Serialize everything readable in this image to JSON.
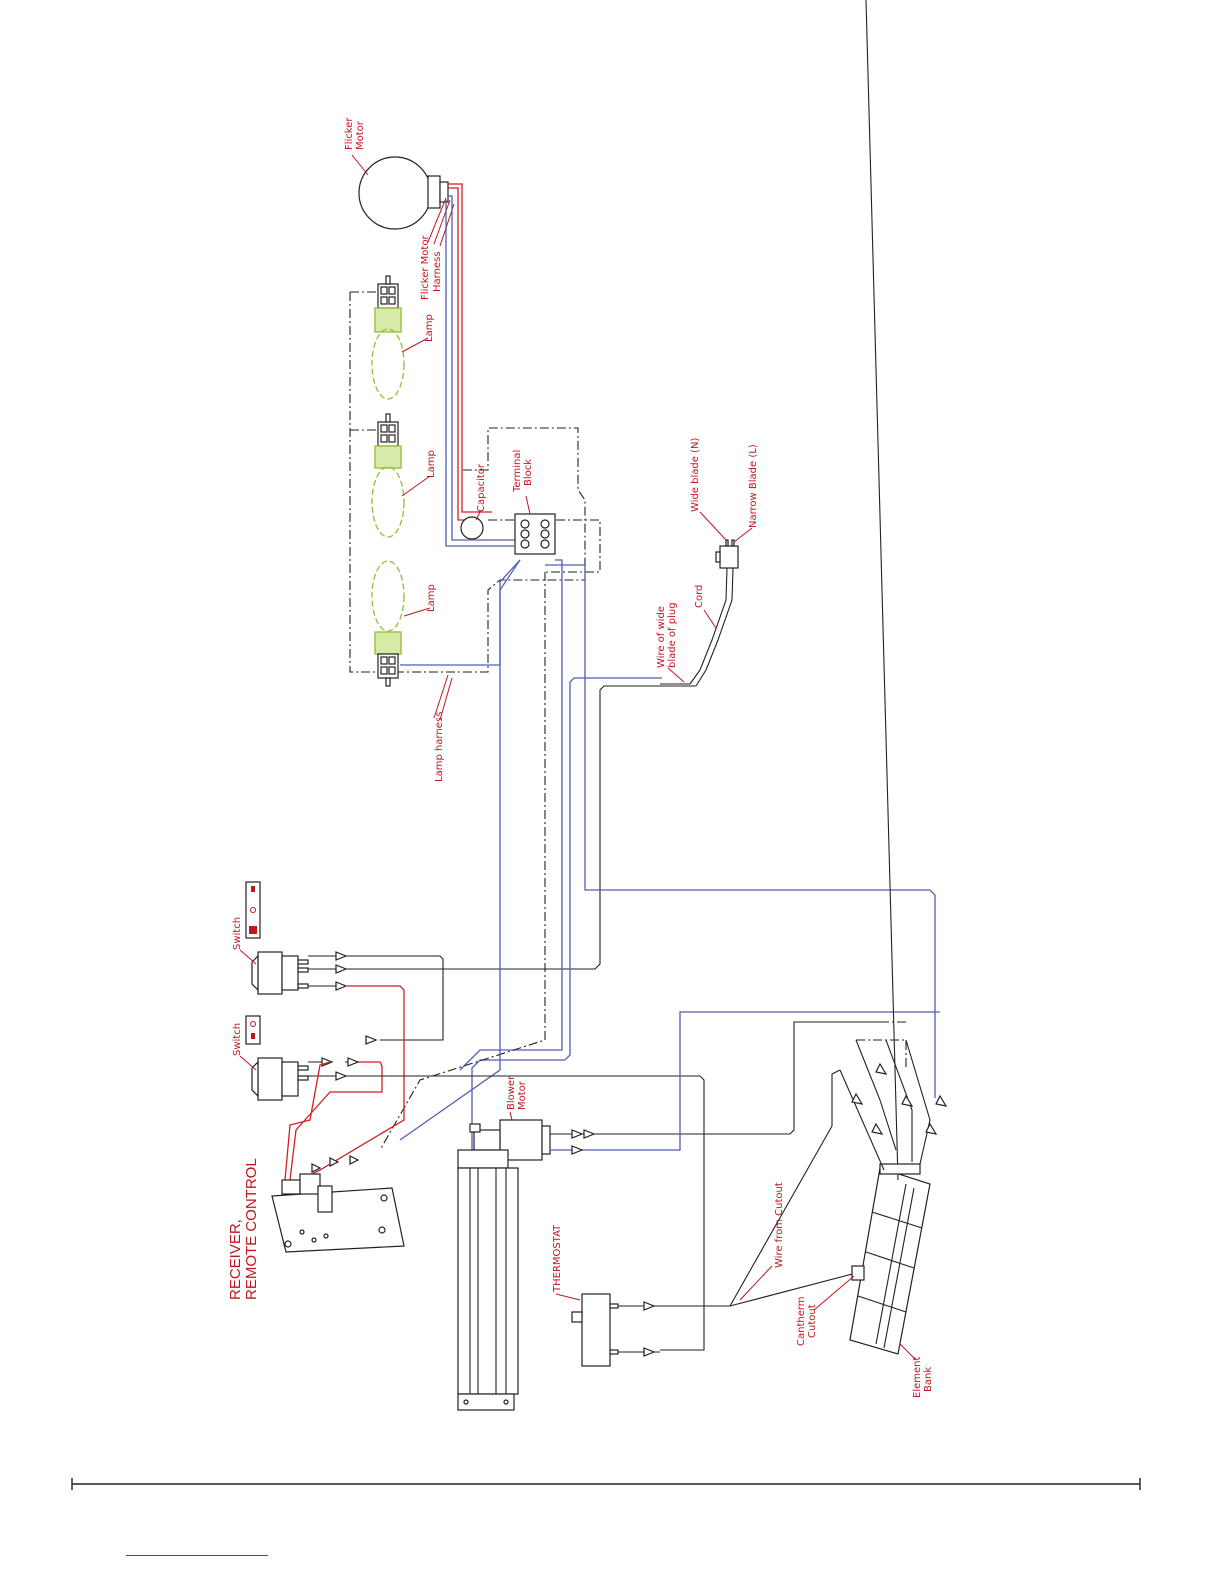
{
  "labels": {
    "flicker_motor": [
      "Flicker",
      "Motor"
    ],
    "flicker_motor_harness": [
      "Flicker Motor",
      "Harness"
    ],
    "lamp_1": "Lamp",
    "lamp_2": "Lamp",
    "lamp_3": "Lamp",
    "lamp_harness": "Lamp harness",
    "capacitor": "Capacitor",
    "terminal_block": [
      "Terminal",
      "Block"
    ],
    "wide_blade": "Wide blade (N)",
    "narrow_blade": "Narrow Blade (L)",
    "wire_wide_blade": [
      "Wire of wide",
      "blade of plug"
    ],
    "cord": "Cord",
    "switch_1": "Switch",
    "switch_2": "Switch",
    "receiver": [
      "RECEIVER,",
      "REMOTE CONTROL"
    ],
    "blower_motor": [
      "Blower",
      "Motor"
    ],
    "thermostat": "THERMOSTAT",
    "wire_from_cutout": "Wire from Cutout",
    "cantherm_cutout": [
      "Cantherm",
      "Cutout"
    ],
    "element_bank": [
      "Element",
      "Bank"
    ]
  },
  "colors": {
    "label_red": "#c0161d",
    "wire_red": "#d31f26",
    "wire_blue": "#4f5fb3",
    "lamp_green": "#8fbe3a"
  }
}
